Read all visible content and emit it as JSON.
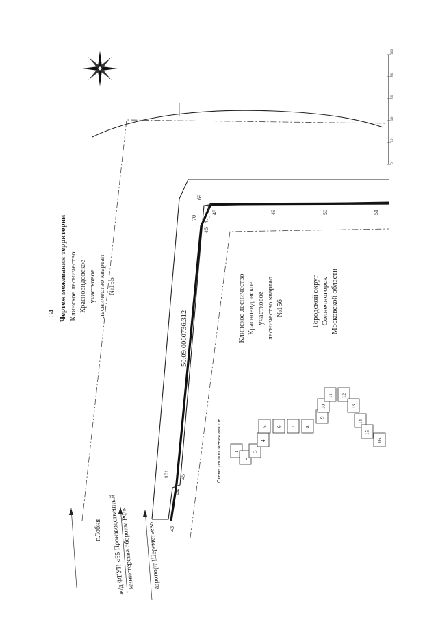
{
  "page": {
    "number": "34",
    "title": "Чертеж межевания территории"
  },
  "labels": {
    "forestry_top": [
      "Клинское лесничество",
      "Красновидовское",
      "участковое",
      "лесничество квартал",
      "№155"
    ],
    "forestry_mid": [
      "Клинское лесничество",
      "Красновидовское",
      "участковое",
      "лесничество квартал",
      "№156"
    ],
    "city": [
      "Городской округ",
      "Солнечногорск",
      "Московской области"
    ],
    "cadastral": "50:09:0060736:312",
    "road": "г.Лобня",
    "rail": [
      "ж/д ФГУП «55 Производственный",
      "министерства обороны РФ»"
    ],
    "airport": "аэропорт Шереметьево",
    "scheme_title": "Схема расположения листов"
  },
  "points": {
    "p43": "43",
    "p44": "44",
    "p45": "45",
    "p101": "101",
    "p46": "46",
    "p47": "47",
    "p48": "48",
    "p49": "49",
    "p50": "50",
    "p51": "51",
    "p69": "69",
    "p70": "70"
  },
  "scale_labels": [
    "0",
    "20",
    "40",
    "60",
    "80",
    "100"
  ],
  "sheets": [
    "1",
    "2",
    "3",
    "4",
    "5",
    "6",
    "7",
    "8",
    "9",
    "10",
    "11",
    "12",
    "13",
    "14",
    "15",
    "16"
  ]
}
